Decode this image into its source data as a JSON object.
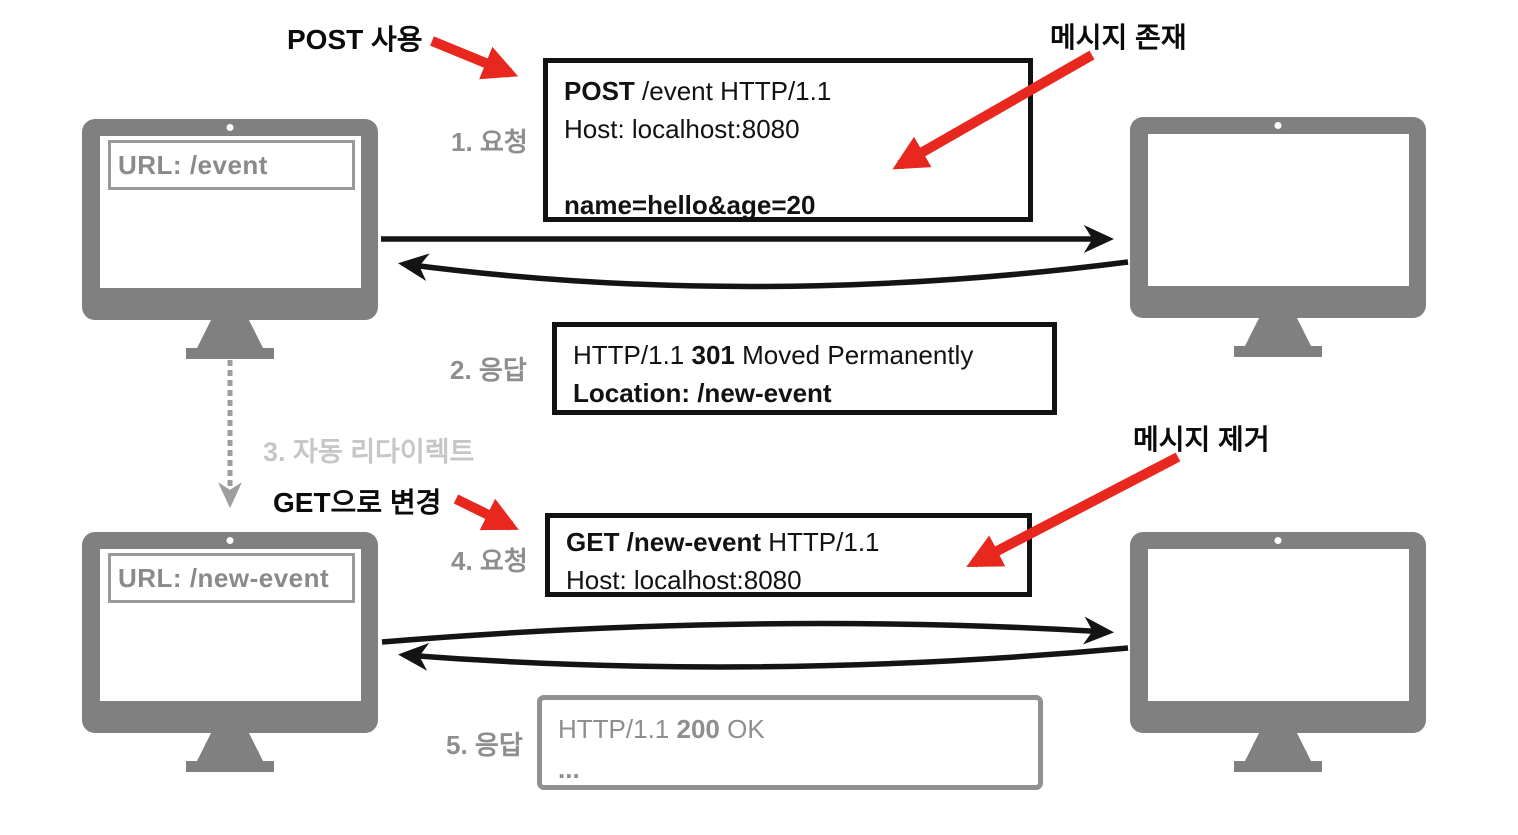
{
  "annotations": {
    "post_usage": "POST 사용",
    "message_exists": "메시지 존재",
    "get_change": "GET으로 변경",
    "message_removed": "메시지 제거"
  },
  "steps": {
    "step1": "1. 요청",
    "step2": "2. 응답",
    "step3": "3. 자동 리다이렉트",
    "step4": "4. 요청",
    "step5": "5. 응답"
  },
  "clients": {
    "client1_url": "URL: /event",
    "client2_url": "URL: /new-event"
  },
  "messages": {
    "request1": {
      "method": "POST",
      "request_line_rest": " /event HTTP/1.1",
      "host": "Host: localhost:8080",
      "body": "name=hello&age=20"
    },
    "response1": {
      "version": "HTTP/1.1 ",
      "status_code": "301",
      "status_text": " Moved Permanently",
      "location": "Location: /new-event"
    },
    "request2": {
      "request_line_bold": "GET /new-event",
      "request_line_rest": " HTTP/1.1",
      "host": "Host: localhost:8080"
    },
    "response2": {
      "version": "HTTP/1.1 ",
      "status_code": "200",
      "status_text": " OK",
      "body": "..."
    }
  },
  "colors": {
    "monitor_gray": "#808080",
    "label_gray": "#8e8e8e",
    "light_gray": "#c6c6c6",
    "box_gray": "#919191",
    "accent_red": "#e8271e",
    "ink_black": "#121212"
  }
}
